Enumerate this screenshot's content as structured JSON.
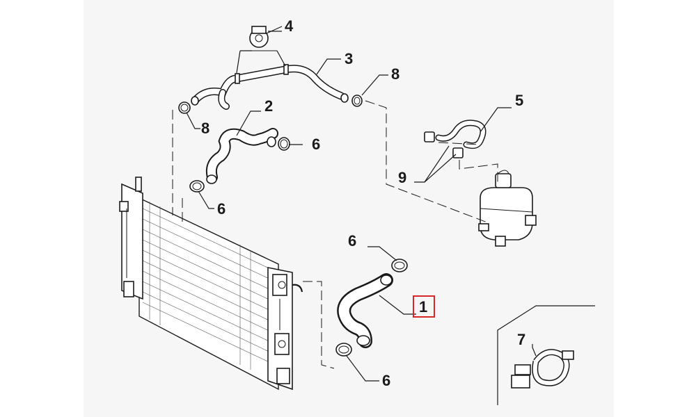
{
  "diagram": {
    "callouts": {
      "c1": "1",
      "c2": "2",
      "c3": "3",
      "c4": "4",
      "c5": "5",
      "c6a": "6",
      "c6b": "6",
      "c6c": "6",
      "c6d": "6",
      "c7": "7",
      "c8a": "8",
      "c8b": "8",
      "c9": "9"
    },
    "highlight_color": "#d62828"
  }
}
